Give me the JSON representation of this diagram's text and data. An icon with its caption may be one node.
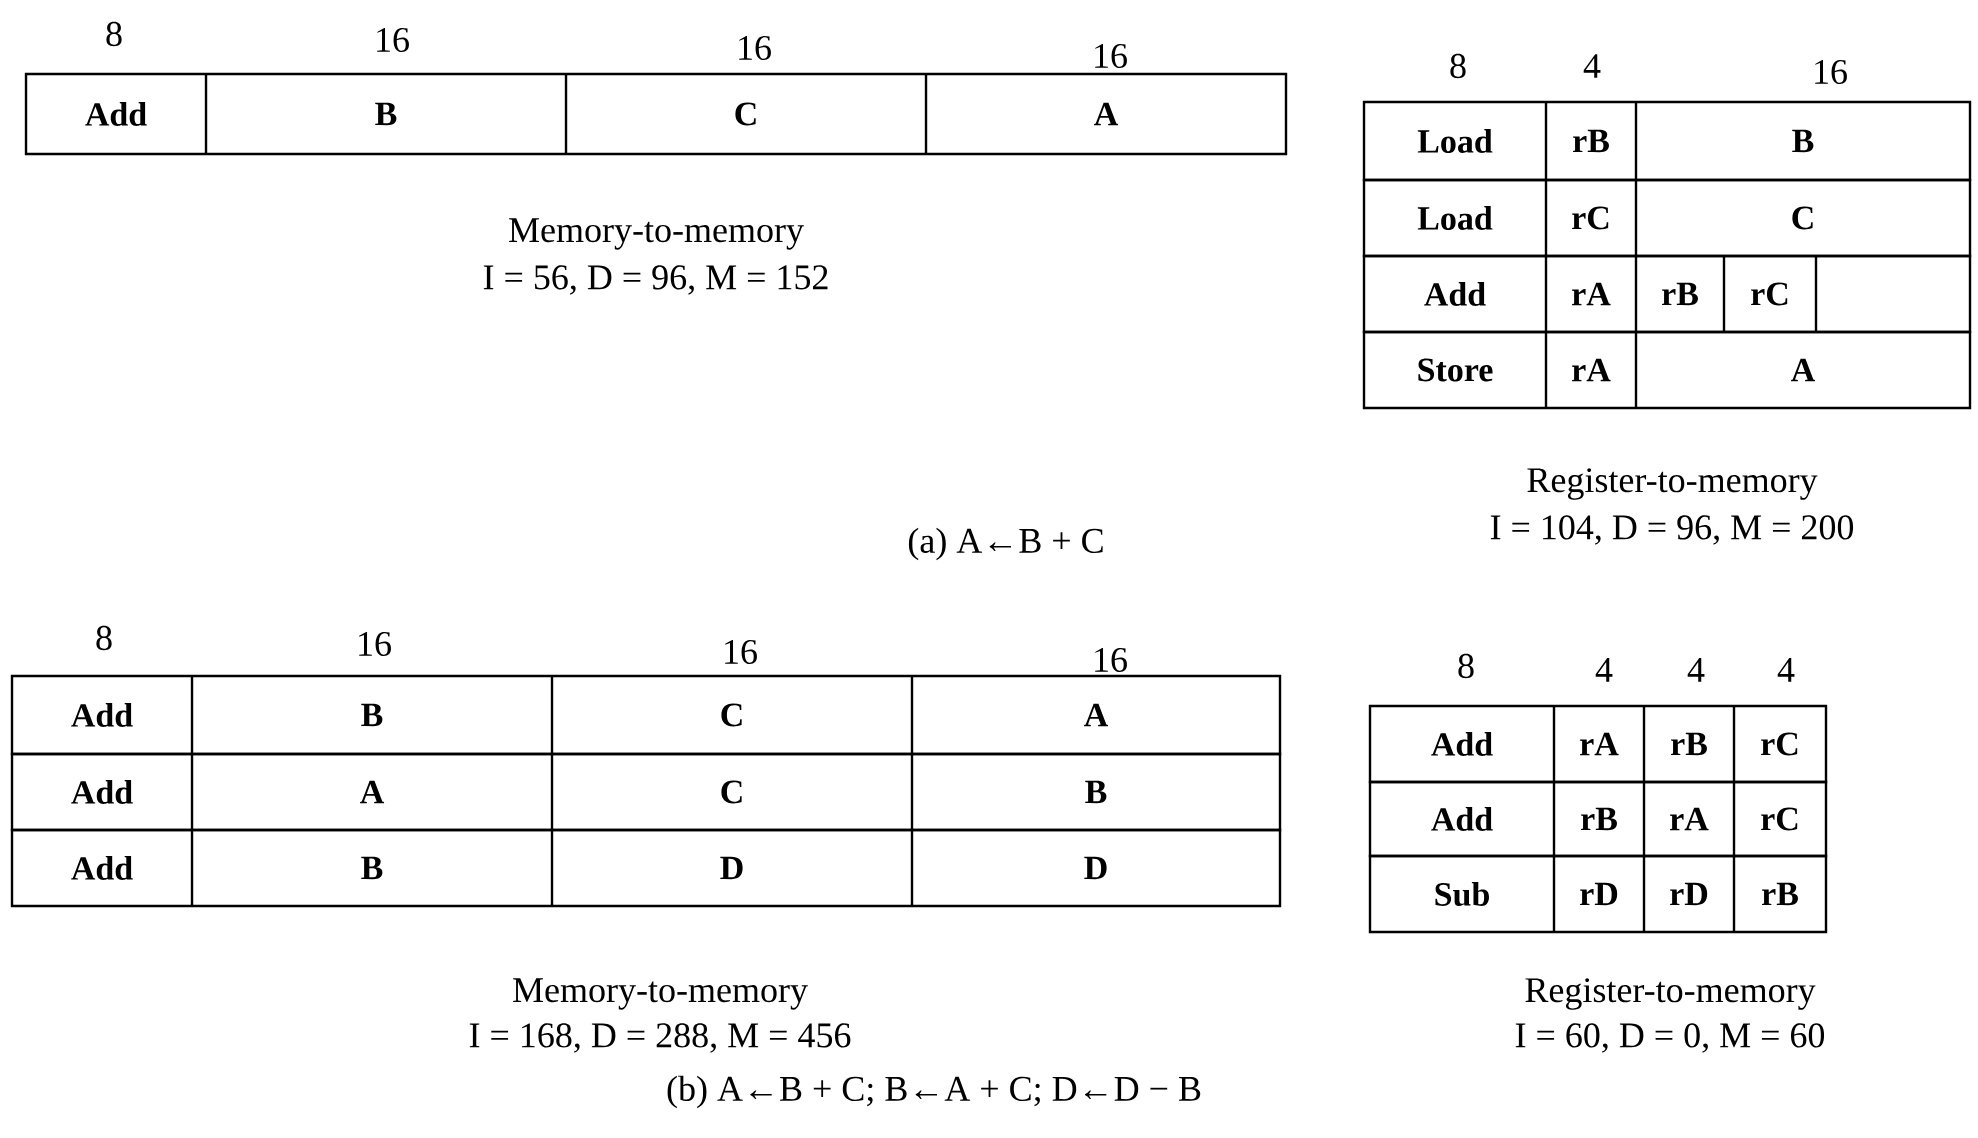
{
  "diagram": {
    "caption": "(b) A←B + C; B←A + C; D←D − B",
    "nodes": [
      {
        "text": [
          "Add",
          "B",
          "C",
          "A"
        ]
      },
      {
        "text": [
          "Load",
          "rB",
          "B"
        ]
      },
      {
        "text": [
          "Load",
          "rC",
          "C"
        ]
      },
      {
        "text": [
          "Add",
          "rA",
          "rB",
          "rC"
        ]
      },
      {
        "text": [
          "Store",
          "rA",
          "A"
        ]
      },
      {
        "text": [
          "Add",
          "B",
          "C",
          "A"
        ]
      },
      {
        "text": [
          "Add",
          "A",
          "C",
          "B"
        ]
      },
      {
        "text": [
          "Add",
          "B",
          "D",
          "D"
        ]
      },
      {
        "text": [
          "Add",
          "rA",
          "rB",
          "rC"
        ]
      },
      {
        "text": [
          "Add",
          "rB",
          "rA",
          "rC"
        ]
      },
      {
        "text": [
          "Sub",
          "rD",
          "rD",
          "rB"
        ]
      }
    ],
    "labels": [
      "8",
      "16",
      "16",
      "16",
      "8",
      "4",
      "16",
      "Memory-to-memory",
      "I = 56, D = 96, M = 152",
      "(a) A←B + C",
      "Register-to-memory",
      "I = 104, D = 96, M = 200",
      "8",
      "16",
      "16",
      "16",
      "8",
      "4",
      "4",
      "4",
      "Memory-to-memory",
      "I = 168, D = 288, M = 456",
      "Register-to-memory",
      "I = 60, D = 0, M = 60"
    ]
  }
}
